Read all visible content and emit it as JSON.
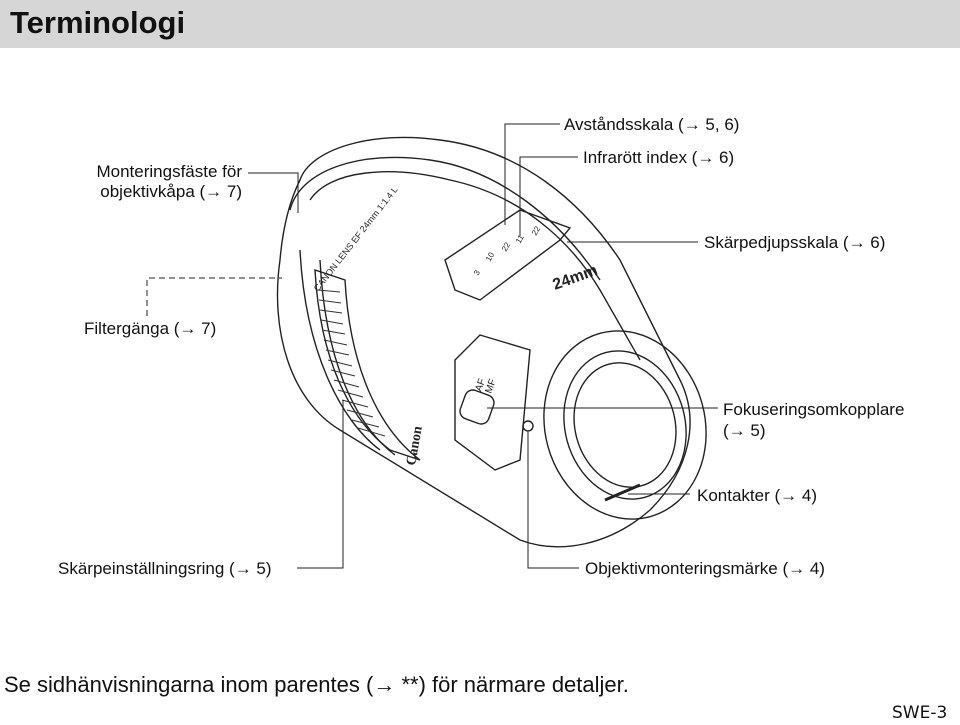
{
  "page": {
    "title": "Terminologi",
    "footer_note": "Se sidhänvisningarna inom parentes (→ **) för närmare detaljer.",
    "page_code": "SWE-3"
  },
  "labels": {
    "distance_scale": "Avståndsskala (→ 5, 6)",
    "infrared_index": "Infrarött index (→ 6)",
    "hood_mount_line1": "Monteringsfäste för",
    "hood_mount_line2": "objektivkåpa (→ 7)",
    "depth_of_field": "Skärpedjupsskala (→ 6)",
    "filter_thread": "Filtergänga (→ 7)",
    "focus_switch_line1": "Fokuseringsomkopplare",
    "focus_switch_line2": "(→ 5)",
    "contacts": "Kontakter (→ 4)",
    "focus_ring": "Skärpeinställningsring (→ 5)",
    "mount_index": "Objektivmonteringsmärke (→ 4)"
  },
  "lens_markings": {
    "lens_name": "CANON  LENS  EF  24mm  1:1.4  L",
    "focal_length": "24mm",
    "brand": "Canon",
    "switch_af": "AF",
    "switch_mf": "MF",
    "scale_numbers": [
      "3",
      "10",
      "22",
      "11",
      "22"
    ]
  }
}
